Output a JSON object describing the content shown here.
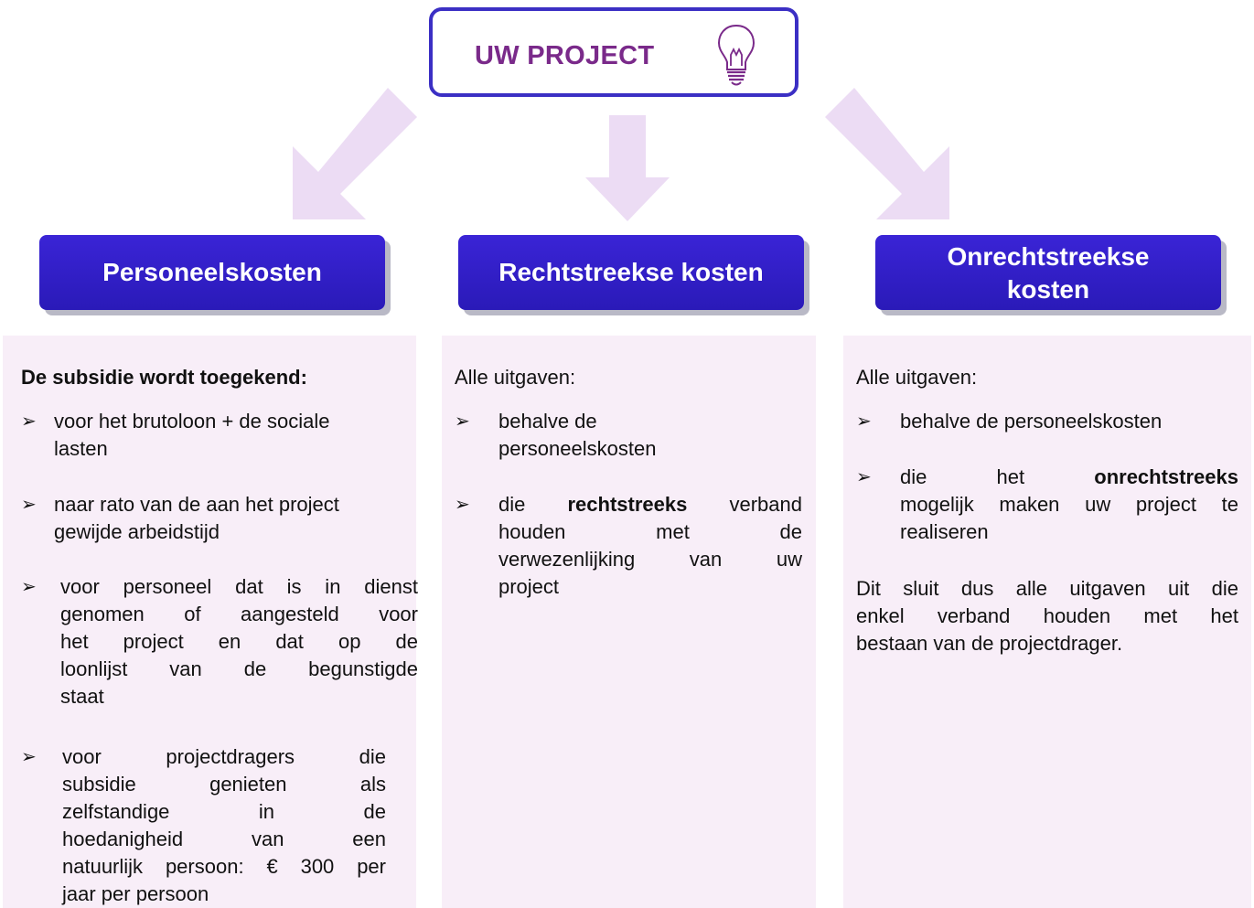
{
  "project": {
    "title": "UW PROJECT"
  },
  "colors": {
    "accent": "#3a24d6",
    "title": "#7a2a8a",
    "panel": "#f8eef8",
    "arrow": "#ecdcf4"
  },
  "columns": [
    {
      "heading": "Personeelskosten",
      "intro": "De subsidie wordt toegekend:",
      "bullets": [
        [
          "voor het brutoloon + de sociale",
          "lasten"
        ],
        [
          "naar rato van de aan het project",
          "gewijde arbeidstijd"
        ],
        [
          "voor personeel dat is in dienst",
          "genomen of aangesteld voor",
          "het project en dat op de",
          "loonlijst van de begunstigde",
          "staat"
        ],
        [
          "voor projectdragers die",
          "subsidie genieten als",
          "zelfstandige in de",
          "hoedanigheid van een",
          "natuurlijk persoon: € 300 per",
          "jaar per persoon"
        ]
      ]
    },
    {
      "heading": "Rechtstreekse kosten",
      "intro": "Alle uitgaven:",
      "bullets": [
        [
          "behalve de",
          "personeelskosten"
        ],
        [
          "die",
          "rechtstreeks",
          "verband",
          "houden met de",
          "verwezenlijking van uw",
          "project"
        ]
      ]
    },
    {
      "heading_line1": "Onrechtstreekse",
      "heading_line2": "kosten",
      "intro": "Alle uitgaven:",
      "bullets": [
        [
          "behalve de personeelskosten"
        ],
        [
          "die het",
          "onrechtstreeks",
          "mogelijk maken uw project te",
          "realiseren"
        ]
      ],
      "outro": [
        "Dit sluit dus alle uitgaven uit die",
        "enkel verband houden met het",
        "bestaan van de projectdrager."
      ]
    }
  ],
  "bullet_symbol": "➢"
}
